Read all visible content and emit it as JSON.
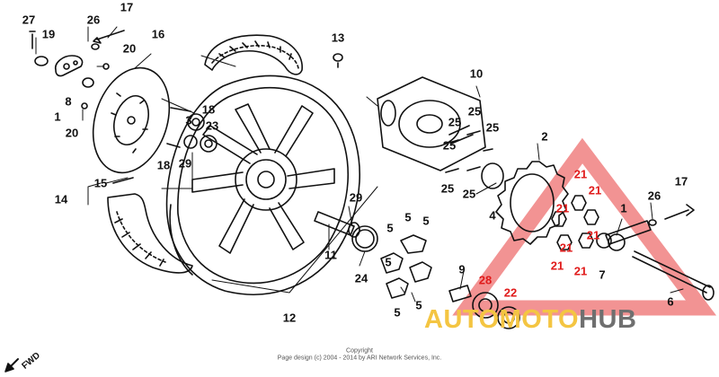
{
  "watermark": {
    "part1": "AUTOMOTO",
    "part2": "HUB",
    "color_primary": "#f4c542",
    "color_secondary": "#6f6f6f",
    "triangle_color": "#f08080"
  },
  "copyright": {
    "line1": "Copyright",
    "line2": "Page design (c) 2004 - 2014 by ARI Network Services, Inc."
  },
  "direction_marker": "FWD",
  "callouts": {
    "c27": "27",
    "c19": "19",
    "c26a": "26",
    "c17a": "17",
    "c16": "16",
    "c20a": "20",
    "c8": "8",
    "c1a": "1",
    "c20b": "20",
    "c13": "13",
    "c10": "10",
    "c18a": "18",
    "c3": "3",
    "c23": "23",
    "c18b": "18",
    "c29a": "29",
    "c15": "15",
    "c14": "14",
    "c25a": "25",
    "c25b": "25",
    "c25c": "25",
    "c25d": "25",
    "c25e": "25",
    "c25f": "25",
    "c2": "2",
    "c4": "4",
    "c29b": "29",
    "c11": "11",
    "c24": "24",
    "c5a": "5",
    "c5b": "5",
    "c5c": "5",
    "c5d": "5",
    "c5e": "5",
    "c5f": "5",
    "c12": "12",
    "c9": "9",
    "c28": "28",
    "c22": "22",
    "c21a": "21",
    "c21b": "21",
    "c21c": "21",
    "c21d": "21",
    "c21e": "21",
    "c21f": "21",
    "c21g": "21",
    "c7": "7",
    "c1b": "1",
    "c26b": "26",
    "c17b": "17",
    "c6": "6"
  }
}
